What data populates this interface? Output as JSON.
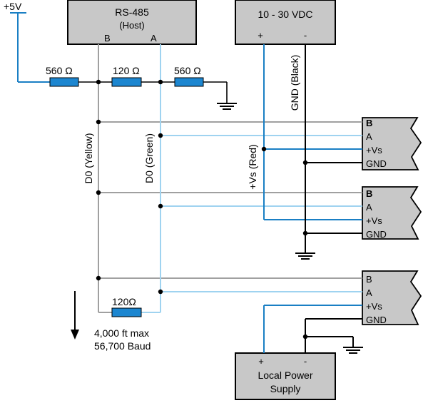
{
  "host": {
    "title": "RS-485",
    "subtitle": "(Host)",
    "pin_b": "B",
    "pin_a": "A"
  },
  "supply_main": {
    "title": "10 - 30 VDC",
    "plus": "+",
    "minus": "-"
  },
  "local_supply": {
    "line1": "Local Power",
    "line2": "Supply",
    "plus": "+",
    "minus": "-"
  },
  "voltage_label": "+5V",
  "resistors": {
    "r1": "560 Ω",
    "r2": "120 Ω",
    "r3": "560 Ω",
    "r4": "120Ω"
  },
  "wires": {
    "d0_yellow": "D0 (Yellow)",
    "d0_green": "D0 (Green)",
    "vs_red": "+Vs (Red)",
    "gnd_black": "GND (Black)"
  },
  "nodes": [
    {
      "b": "B",
      "a": "A",
      "vs": "+Vs",
      "gnd": "GND",
      "b_bold": true
    },
    {
      "b": "B",
      "a": "A",
      "vs": "+Vs",
      "gnd": "GND",
      "b_bold": true
    },
    {
      "b": "B",
      "a": "A",
      "vs": "+Vs",
      "gnd": "GND",
      "b_bold": false
    }
  ],
  "limits": {
    "distance": "4,000 ft max",
    "baud": "56,700 Baud"
  },
  "colors": {
    "gray_wire": "#a0a0a0",
    "light_blue": "#9fd3f0",
    "dark_blue": "#1a7fc4",
    "black": "#000000",
    "box_fill": "#c8c8c8",
    "resistor_fill": "#1c86d0"
  }
}
